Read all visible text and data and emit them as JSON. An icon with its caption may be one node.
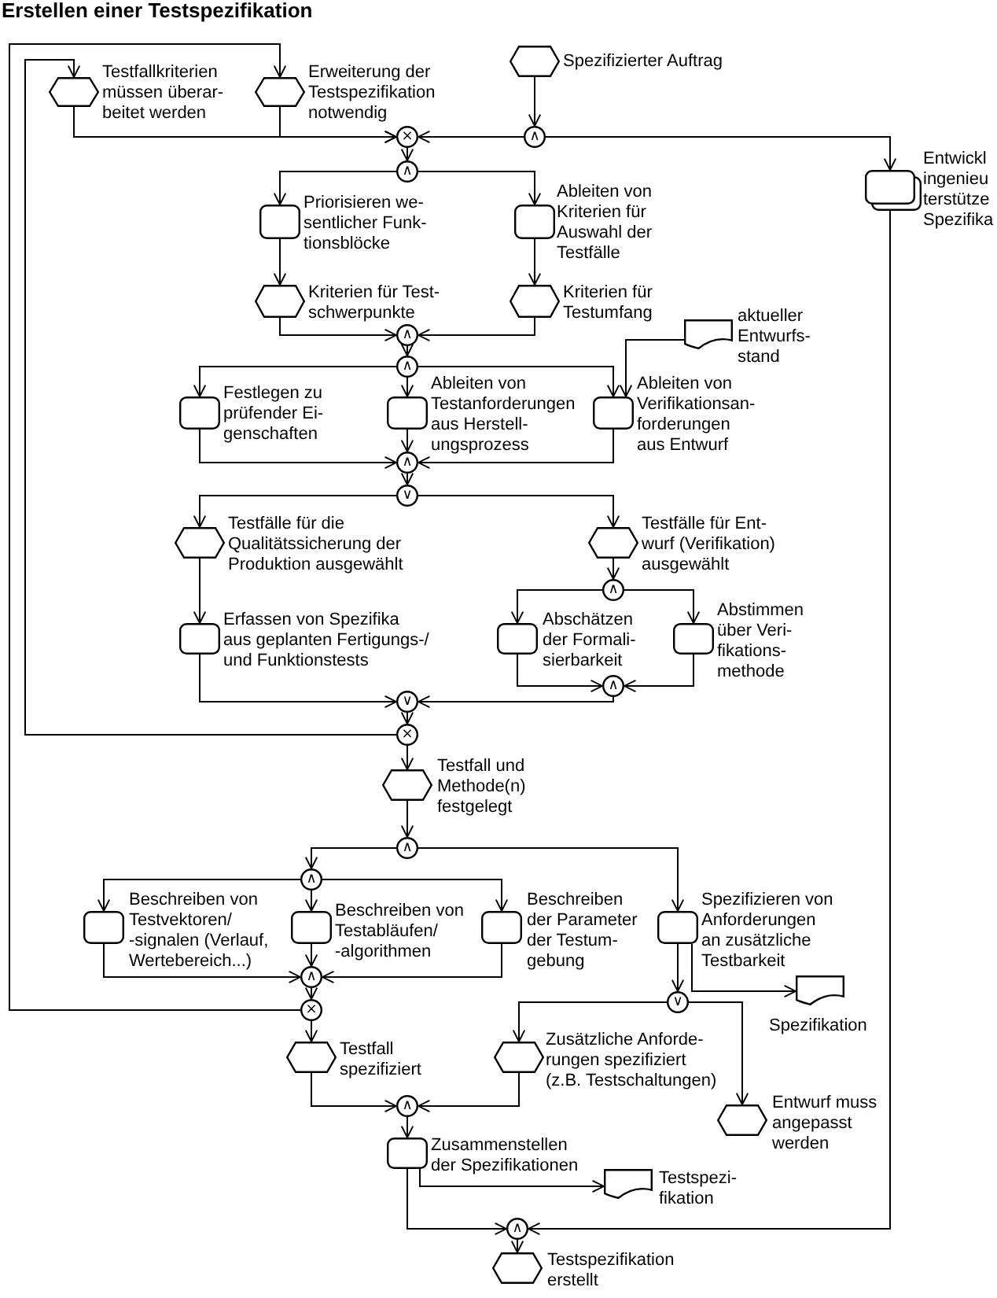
{
  "diagram": {
    "title": "Erstellen einer Testspezifikation",
    "nodes": [
      {
        "text": [
          "Testfallkriterien müssen überar- beitet werden"
        ]
      },
      {
        "text": [
          "Erweiterung der Testspezifikation notwendig"
        ]
      },
      {
        "text": [
          "Spezifizierter Auftrag"
        ]
      },
      {
        "text": [
          "×"
        ]
      },
      {
        "text": [
          "∧"
        ]
      },
      {
        "text": [
          "Entwickl ingenieu terstütze Spezifika"
        ]
      },
      {
        "text": [
          "∧"
        ]
      },
      {
        "text": [
          "Priorisieren we- sentlicher Funk- tionsblöcke"
        ]
      },
      {
        "text": [
          "Ableiten von Kriterien für Auswahl der Testfälle"
        ]
      },
      {
        "text": [
          "Kriterien für Test- schwerpunkte"
        ]
      },
      {
        "text": [
          "Kriterien für Testumfang"
        ]
      },
      {
        "text": [
          "∧"
        ]
      },
      {
        "text": [
          "aktueller Entwurfs- stand"
        ]
      },
      {
        "text": [
          "∧"
        ]
      },
      {
        "text": [
          "Festlegen zu prüfender Ei- genschaften"
        ]
      },
      {
        "text": [
          "Ableiten von Testanforderungen aus Herstell- ungsprozess"
        ]
      },
      {
        "text": [
          "Ableiten von Verifikationsan- forderungen aus Entwurf"
        ]
      },
      {
        "text": [
          "∧"
        ]
      },
      {
        "text": [
          "∨"
        ]
      },
      {
        "text": [
          "Testfälle für die Qualitätssicherung der Produktion ausgewählt"
        ]
      },
      {
        "text": [
          "Testfälle für Ent- wurf (Verifikation) ausgewählt"
        ]
      },
      {
        "text": [
          "∧"
        ]
      },
      {
        "text": [
          "Erfassen von Spezifika aus geplanten Fertigungs-/ und Funktionstests"
        ]
      },
      {
        "text": [
          "Abschätzen der Formali- sierbarkeit"
        ]
      },
      {
        "text": [
          "Abstimmen über Veri- fikations- methode"
        ]
      },
      {
        "text": [
          "∧"
        ]
      },
      {
        "text": [
          "∨"
        ]
      },
      {
        "text": [
          "×"
        ]
      },
      {
        "text": [
          "Testfall und Methode(n) festgelegt"
        ]
      },
      {
        "text": [
          "∧"
        ]
      },
      {
        "text": [
          "∧"
        ]
      },
      {
        "text": [
          "Beschreiben von Testvektoren/ -signalen (Verlauf, Wertebereich...)"
        ]
      },
      {
        "text": [
          "Beschreiben von Testabläufen/ -algorithmen"
        ]
      },
      {
        "text": [
          "Beschreiben der Parameter der Testum- gebung"
        ]
      },
      {
        "text": [
          "Spezifizieren von Anforderungen an zusätzliche Testbarkeit"
        ]
      },
      {
        "text": [
          "∧"
        ]
      },
      {
        "text": [
          "Spezifikation"
        ]
      },
      {
        "text": [
          "∨"
        ]
      },
      {
        "text": [
          "×"
        ]
      },
      {
        "text": [
          "Testfall spezifiziert"
        ]
      },
      {
        "text": [
          "Zusätzliche Anforde- rungen spezifiziert (z.B. Testschaltungen)"
        ]
      },
      {
        "text": [
          "Entwurf muss angepasst werden"
        ]
      },
      {
        "text": [
          "∧"
        ]
      },
      {
        "text": [
          "Zusammenstellen der Spezifikationen"
        ]
      },
      {
        "text": [
          "Testspezi- fikation"
        ]
      },
      {
        "text": [
          "∧"
        ]
      },
      {
        "text": [
          "Testspezifikation erstellt"
        ]
      }
    ],
    "edges": [
      {
        "from": 38,
        "to": 1,
        "arrow": "to"
      },
      {
        "from": 27,
        "to": 0,
        "arrow": "to"
      },
      {
        "from": 0,
        "to": 3,
        "arrow": "to"
      },
      {
        "from": 1,
        "to": 3,
        "arrow": "to"
      },
      {
        "from": 2,
        "to": 4,
        "arrow": "to"
      },
      {
        "from": 4,
        "to": 3,
        "arrow": "to"
      },
      {
        "from": 4,
        "to": 5,
        "arrow": "to"
      },
      {
        "from": 3,
        "to": 6,
        "arrow": "to"
      },
      {
        "from": 6,
        "to": 7,
        "arrow": "to"
      },
      {
        "from": 6,
        "to": 8,
        "arrow": "to"
      },
      {
        "from": 7,
        "to": 9,
        "arrow": "to"
      },
      {
        "from": 8,
        "to": 10,
        "arrow": "to"
      },
      {
        "from": 9,
        "to": 11,
        "arrow": "to"
      },
      {
        "from": 10,
        "to": 11,
        "arrow": "to"
      },
      {
        "from": 11,
        "to": 13,
        "arrow": "to"
      },
      {
        "from": 13,
        "to": 14,
        "arrow": "to"
      },
      {
        "from": 13,
        "to": 15,
        "arrow": "to"
      },
      {
        "from": 13,
        "to": 16,
        "arrow": "to"
      },
      {
        "from": 12,
        "to": 16,
        "arrow": "to"
      },
      {
        "from": 14,
        "to": 17,
        "arrow": "to"
      },
      {
        "from": 15,
        "to": 17,
        "arrow": "to"
      },
      {
        "from": 16,
        "to": 17,
        "arrow": "to"
      },
      {
        "from": 17,
        "to": 18,
        "arrow": "to"
      },
      {
        "from": 18,
        "to": 19,
        "arrow": "to"
      },
      {
        "from": 18,
        "to": 20,
        "arrow": "to"
      },
      {
        "from": 19,
        "to": 22,
        "arrow": "to"
      },
      {
        "from": 20,
        "to": 21,
        "arrow": "to"
      },
      {
        "from": 21,
        "to": 23,
        "arrow": "to"
      },
      {
        "from": 21,
        "to": 24,
        "arrow": "to"
      },
      {
        "from": 23,
        "to": 25,
        "arrow": "to"
      },
      {
        "from": 24,
        "to": 25,
        "arrow": "to"
      },
      {
        "from": 22,
        "to": 26,
        "arrow": "to"
      },
      {
        "from": 25,
        "to": 26,
        "arrow": "to"
      },
      {
        "from": 26,
        "to": 27,
        "arrow": "to"
      },
      {
        "from": 27,
        "to": 28,
        "arrow": "to"
      },
      {
        "from": 28,
        "to": 29,
        "arrow": "to"
      },
      {
        "from": 29,
        "to": 30,
        "arrow": "to"
      },
      {
        "from": 29,
        "to": 34,
        "arrow": "to"
      },
      {
        "from": 30,
        "to": 31,
        "arrow": "to"
      },
      {
        "from": 30,
        "to": 32,
        "arrow": "to"
      },
      {
        "from": 30,
        "to": 33,
        "arrow": "to"
      },
      {
        "from": 31,
        "to": 35,
        "arrow": "to"
      },
      {
        "from": 32,
        "to": 35,
        "arrow": "to"
      },
      {
        "from": 33,
        "to": 35,
        "arrow": "to"
      },
      {
        "from": 35,
        "to": 38,
        "arrow": "to"
      },
      {
        "from": 34,
        "to": 37,
        "arrow": "to"
      },
      {
        "from": 34,
        "to": 36,
        "arrow": "to"
      },
      {
        "from": 38,
        "to": 39,
        "arrow": "to"
      },
      {
        "from": 37,
        "to": 40,
        "arrow": "to"
      },
      {
        "from": 37,
        "to": 41,
        "arrow": "to"
      },
      {
        "from": 39,
        "to": 42,
        "arrow": "to"
      },
      {
        "from": 40,
        "to": 42,
        "arrow": "to"
      },
      {
        "from": 42,
        "to": 43,
        "arrow": "to"
      },
      {
        "from": 43,
        "to": 44,
        "arrow": "to"
      },
      {
        "from": 43,
        "to": 45,
        "arrow": "to"
      },
      {
        "from": 5,
        "to": 45,
        "arrow": "to"
      },
      {
        "from": 45,
        "to": 46,
        "arrow": "to"
      }
    ]
  }
}
